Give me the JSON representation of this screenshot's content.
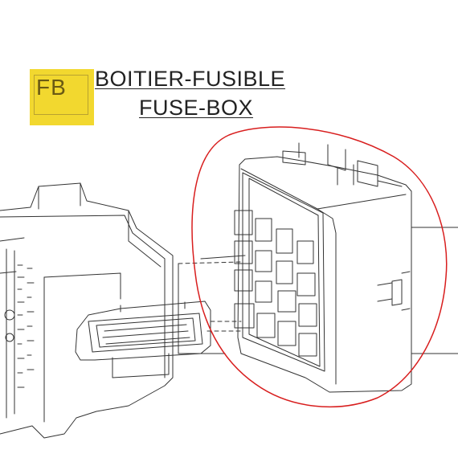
{
  "badge": {
    "code": "FB",
    "color": "#f2d82f"
  },
  "title": {
    "line1": "BOITIER-FUSIBLE",
    "line2": "FUSE-BOX"
  },
  "diagram": {
    "highlight_color": "#d81e1e",
    "line_color": "#333333"
  }
}
